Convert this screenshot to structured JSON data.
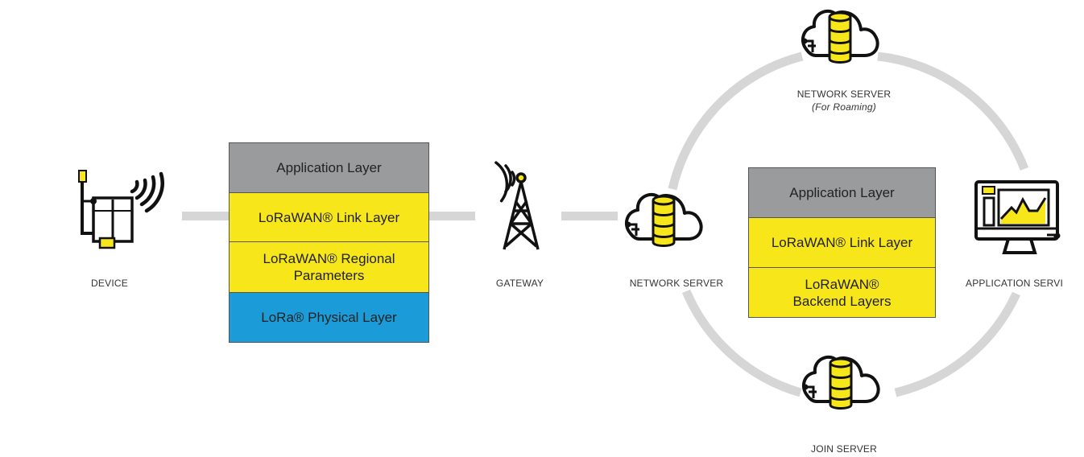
{
  "colors": {
    "yellow": "#f7e619",
    "gray": "#9a9b9d",
    "blue": "#1b9bd7",
    "connector": "#d6d6d6",
    "icon": "#111111"
  },
  "icons": [
    "device-icon",
    "wifi-icon",
    "gateway-tower-icon",
    "cloud-database-icon",
    "monitor-chart-icon"
  ],
  "device": {
    "label": "DEVICE"
  },
  "gateway": {
    "label": "GATEWAY"
  },
  "device_stack": {
    "layers": [
      {
        "text": "Application Layer",
        "color": "gray"
      },
      {
        "text": "LoRaWAN® Link Layer",
        "color": "yellow"
      },
      {
        "line1": "LoRaWAN® Regional",
        "line2": "Parameters",
        "color": "yellow"
      },
      {
        "text": "LoRa® Physical Layer",
        "color": "blue"
      }
    ]
  },
  "network_server": {
    "label": "NETWORK SERVER"
  },
  "roaming_server": {
    "label": "NETWORK SERVER",
    "sublabel": "(For Roaming)"
  },
  "join_server": {
    "label": "JOIN SERVER"
  },
  "application_server": {
    "label": "APPLICATION SERVI"
  },
  "backend_stack": {
    "layers": [
      {
        "text": "Application Layer",
        "color": "gray"
      },
      {
        "text": "LoRaWAN® Link Layer",
        "color": "yellow"
      },
      {
        "line1": "LoRaWAN®",
        "line2": "Backend Layers",
        "color": "yellow"
      }
    ]
  }
}
